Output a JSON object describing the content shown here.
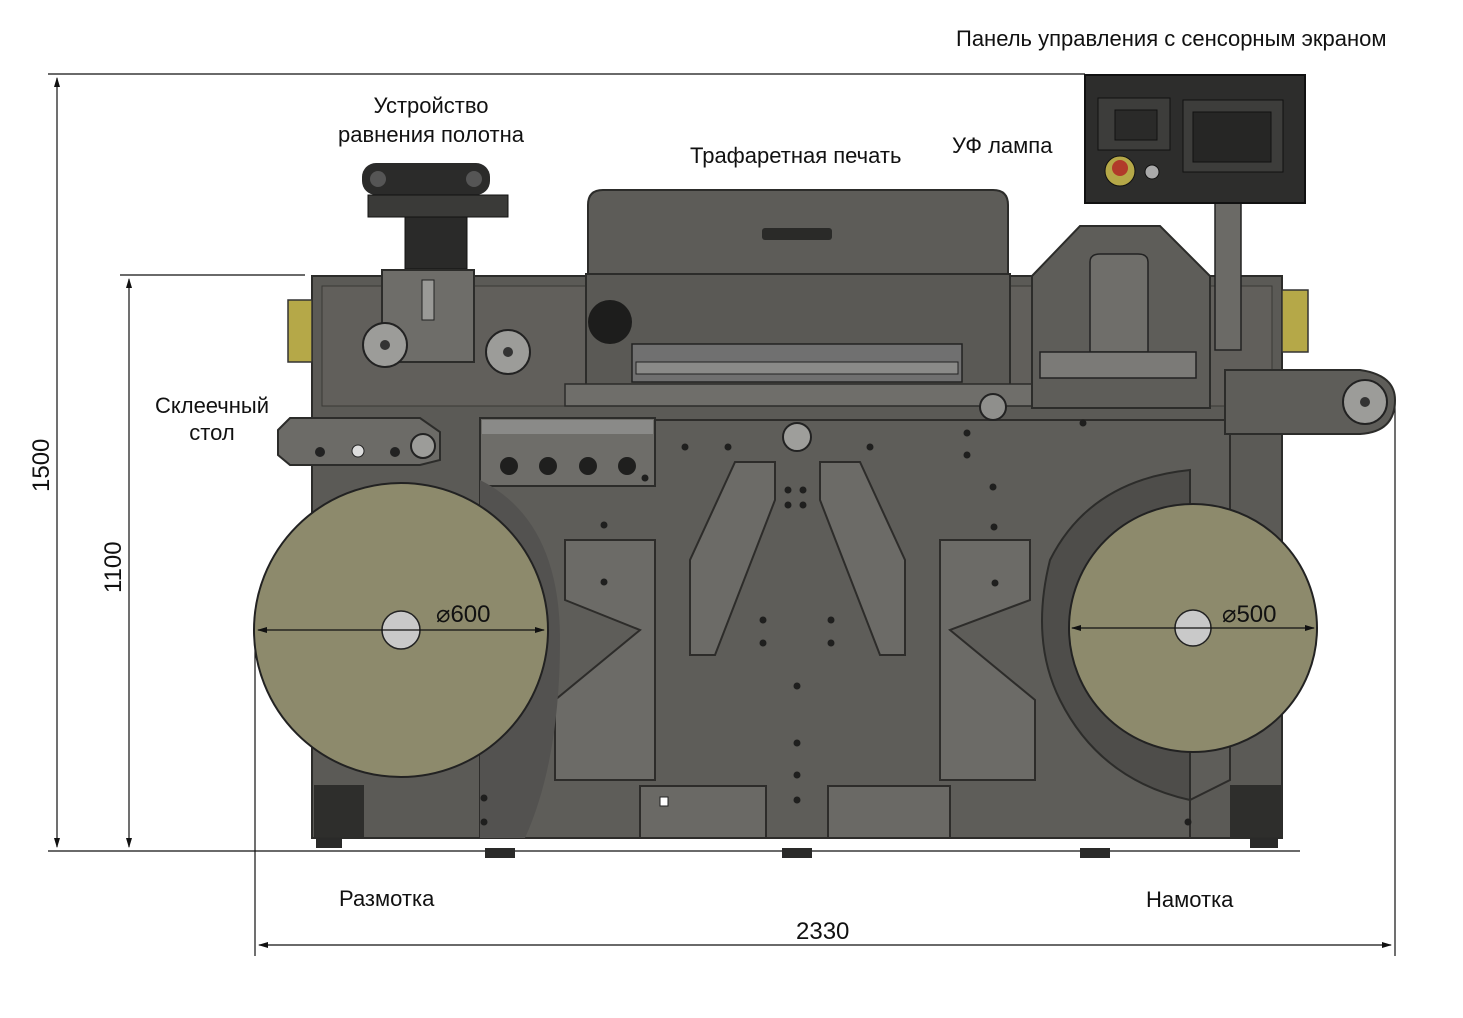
{
  "labels": {
    "control_panel": "Панель управления с сенсорным экраном",
    "web_guide_1": "Устройство",
    "web_guide_2": "равнения полотна",
    "screen_print": "Трафаретная печать",
    "uv_lamp": "УФ лампа",
    "splice_table_1": "Склеечный",
    "splice_table_2": "стол",
    "unwind": "Размотка",
    "rewind": "Намотка"
  },
  "dimensions": {
    "overall_height": "1500",
    "frame_height": "1100",
    "overall_width": "2330",
    "unwind_diameter": "600",
    "rewind_diameter": "500",
    "diameter_symbol": "⌀"
  },
  "colors": {
    "frame": "#5b5a56",
    "frame_dark": "#3f3e3b",
    "frame_light": "#6a6965",
    "roll": "#8d8a6c",
    "hub": "#c9c9c9",
    "line": "#111111",
    "brass": "#b5a848"
  }
}
